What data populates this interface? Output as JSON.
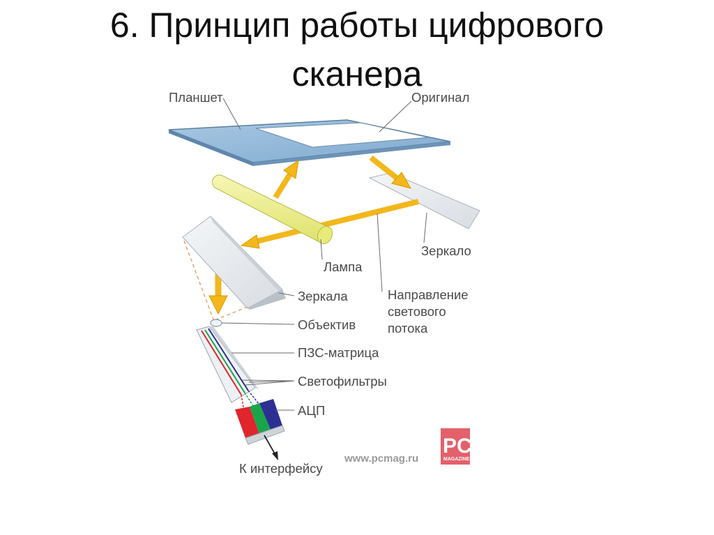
{
  "slide": {
    "title_line1": "6. Принцип работы цифрового",
    "title_line2": "сканера"
  },
  "diagram": {
    "labels": {
      "planshet": "Планшет",
      "original": "Оригинал",
      "zerkalo": "Зеркало",
      "lampa": "Лампа",
      "zerkala": "Зеркала",
      "napravlenie_line1": "Направление",
      "napravlenie_line2": "светового",
      "napravlenie_line3": "потока",
      "obektiv": "Объектив",
      "pzs": "ПЗС-матрица",
      "svetofiltry": "Светофильтры",
      "acp": "АЦП",
      "interface": "К интерфейсу"
    },
    "watermark": {
      "url": "www.pcmag.ru",
      "logo_text": "PC",
      "logo_subtext": "MAGAZINE"
    },
    "colors": {
      "glass": "#8fb6d8",
      "arrow": "#f3b71b",
      "lamp": "#eef08a",
      "filter_red": "#e0252c",
      "filter_green": "#1aa54a",
      "filter_blue": "#2d2f92",
      "logo": "#e4606a"
    }
  }
}
